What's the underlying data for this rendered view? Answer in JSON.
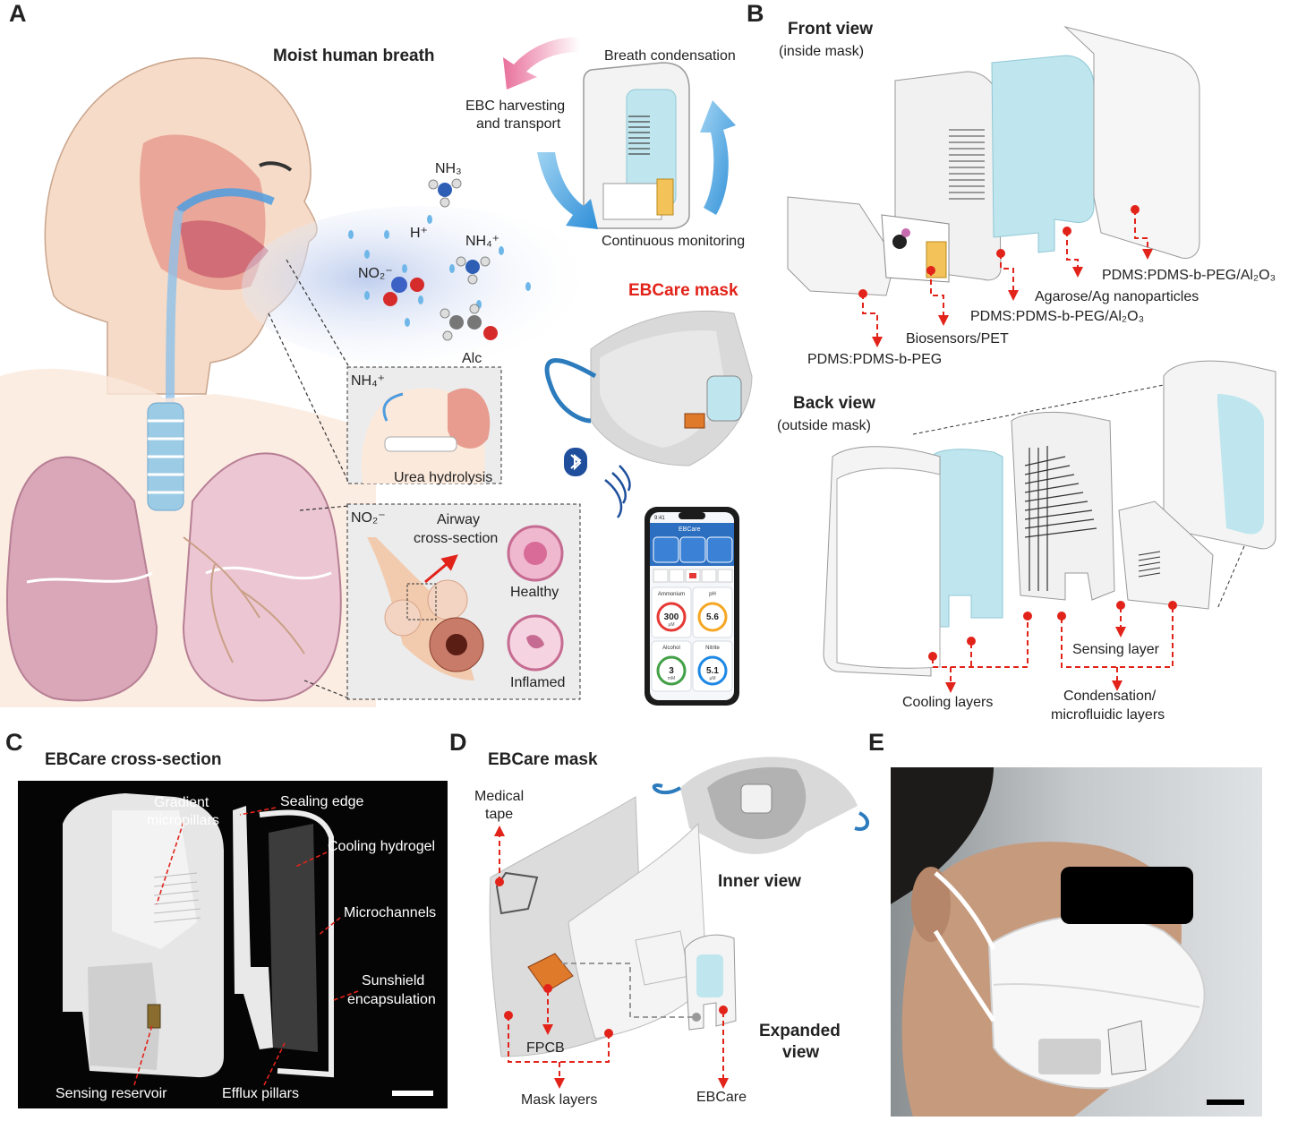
{
  "panels": {
    "a": {
      "letter": "A",
      "title": "Moist  human breath",
      "breath_condensation": "Breath condensation",
      "ebc_harvesting_1": "EBC harvesting",
      "ebc_harvesting_2": "and transport",
      "continuous_monitoring": "Continuous monitoring",
      "mask_title": "EBCare mask",
      "molecules": {
        "nh3": "NH₃",
        "h_plus": "H⁺",
        "nh4_plus": "NH₄⁺",
        "no2_minus": "NO₂⁻",
        "alc": "Alc"
      },
      "urea_box": {
        "ion": "NH₄⁺",
        "caption": "Urea hydrolysis"
      },
      "airway_box": {
        "ion": "NO₂⁻",
        "title_1": "Airway",
        "title_2": "cross-section",
        "healthy": "Healthy",
        "inflamed": "Inflamed"
      },
      "phone": {
        "time": "9:41",
        "app_name": "EBCare",
        "tiles": [
          {
            "name": "Ammonium",
            "value": "300",
            "unit": "μM",
            "color": "#e53935"
          },
          {
            "name": "pH",
            "value": "5.6",
            "unit": "",
            "color": "#f5a623"
          },
          {
            "name": "Alcohol",
            "value": "3",
            "unit": "mM",
            "color": "#43a047"
          },
          {
            "name": "Nitrite",
            "value": "5.1",
            "unit": "μM",
            "color": "#1e88e5"
          }
        ]
      }
    },
    "b": {
      "letter": "B",
      "front_title_1": "Front view",
      "front_title_2": "(inside mask)",
      "back_title_1": "Back view",
      "back_title_2": "(outside mask)",
      "labels": {
        "pdms_peg_al2o3_top": "PDMS:PDMS-b-PEG/Al₂O₃",
        "agarose": "Agarose/Ag nanoparticles",
        "pdms_peg_al2o3_mid": "PDMS:PDMS-b-PEG/Al₂O₃",
        "biosensors": "Biosensors/PET",
        "pdms_peg": "PDMS:PDMS-b-PEG",
        "sensing_layer": "Sensing layer",
        "cooling_layers": "Cooling layers",
        "condensation_1": "Condensation/",
        "condensation_2": "microfluidic layers"
      }
    },
    "c": {
      "letter": "C",
      "title": "EBCare cross-section",
      "labels": {
        "gradient_1": "Gradient",
        "gradient_2": "micropillars",
        "sealing_edge": "Sealing edge",
        "cooling_hydrogel": "Cooling hydrogel",
        "microchannels": "Microchannels",
        "sunshield_1": "Sunshield",
        "sunshield_2": "encapsulation",
        "sensing_reservoir": "Sensing reservoir",
        "efflux_pillars": "Efflux pillars"
      }
    },
    "d": {
      "letter": "D",
      "title": "EBCare mask",
      "labels": {
        "medical_tape_1": "Medical",
        "medical_tape_2": "tape",
        "inner_view": "Inner view",
        "expanded_view_1": "Expanded",
        "expanded_view_2": "view",
        "fpcb": "FPCB",
        "mask_layers": "Mask layers",
        "ebcare": "EBCare"
      }
    },
    "e": {
      "letter": "E"
    }
  },
  "colors": {
    "accent_red": "#e2231a",
    "hydrogel_cyan": "#bfe6ee",
    "lung_pink": "#d9a7b8",
    "bluetooth_blue": "#1f4f9c"
  },
  "icons": [
    "bluetooth-icon",
    "lung-icon",
    "cloud-upload-icon",
    "record-icon"
  ]
}
